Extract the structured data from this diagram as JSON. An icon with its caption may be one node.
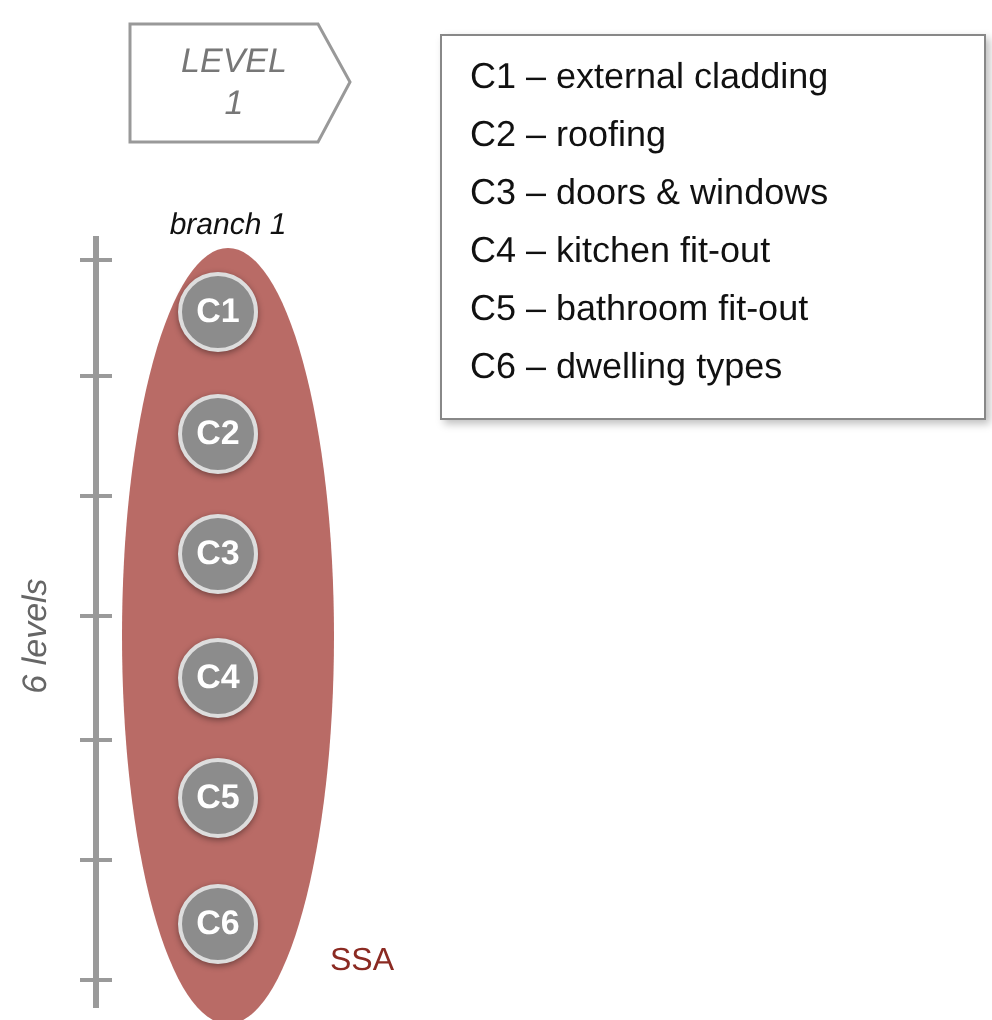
{
  "diagram": {
    "nodes": [
      {
        "text": [
          "LEVEL 1"
        ]
      },
      {
        "text": [
          "branch 1"
        ],
        "beside": [
          "SSA"
        ]
      },
      {
        "text": [
          "C1"
        ],
        "in": 1
      },
      {
        "text": [
          "C2"
        ],
        "in": 1
      },
      {
        "text": [
          "C3"
        ],
        "in": 1
      },
      {
        "text": [
          "C4"
        ],
        "in": 1
      },
      {
        "text": [
          "C5"
        ],
        "in": 1
      },
      {
        "text": [
          "C6"
        ],
        "in": 1
      },
      {
        "text": [
          "C1 – external cladding",
          "C2 – roofing",
          "C3 – doors & windows",
          "C4 – kitchen fit-out",
          "C5 – bathroom fit-out",
          "C6 – dwelling types"
        ]
      }
    ],
    "edges": [],
    "labels": [
      "6 levels"
    ]
  }
}
